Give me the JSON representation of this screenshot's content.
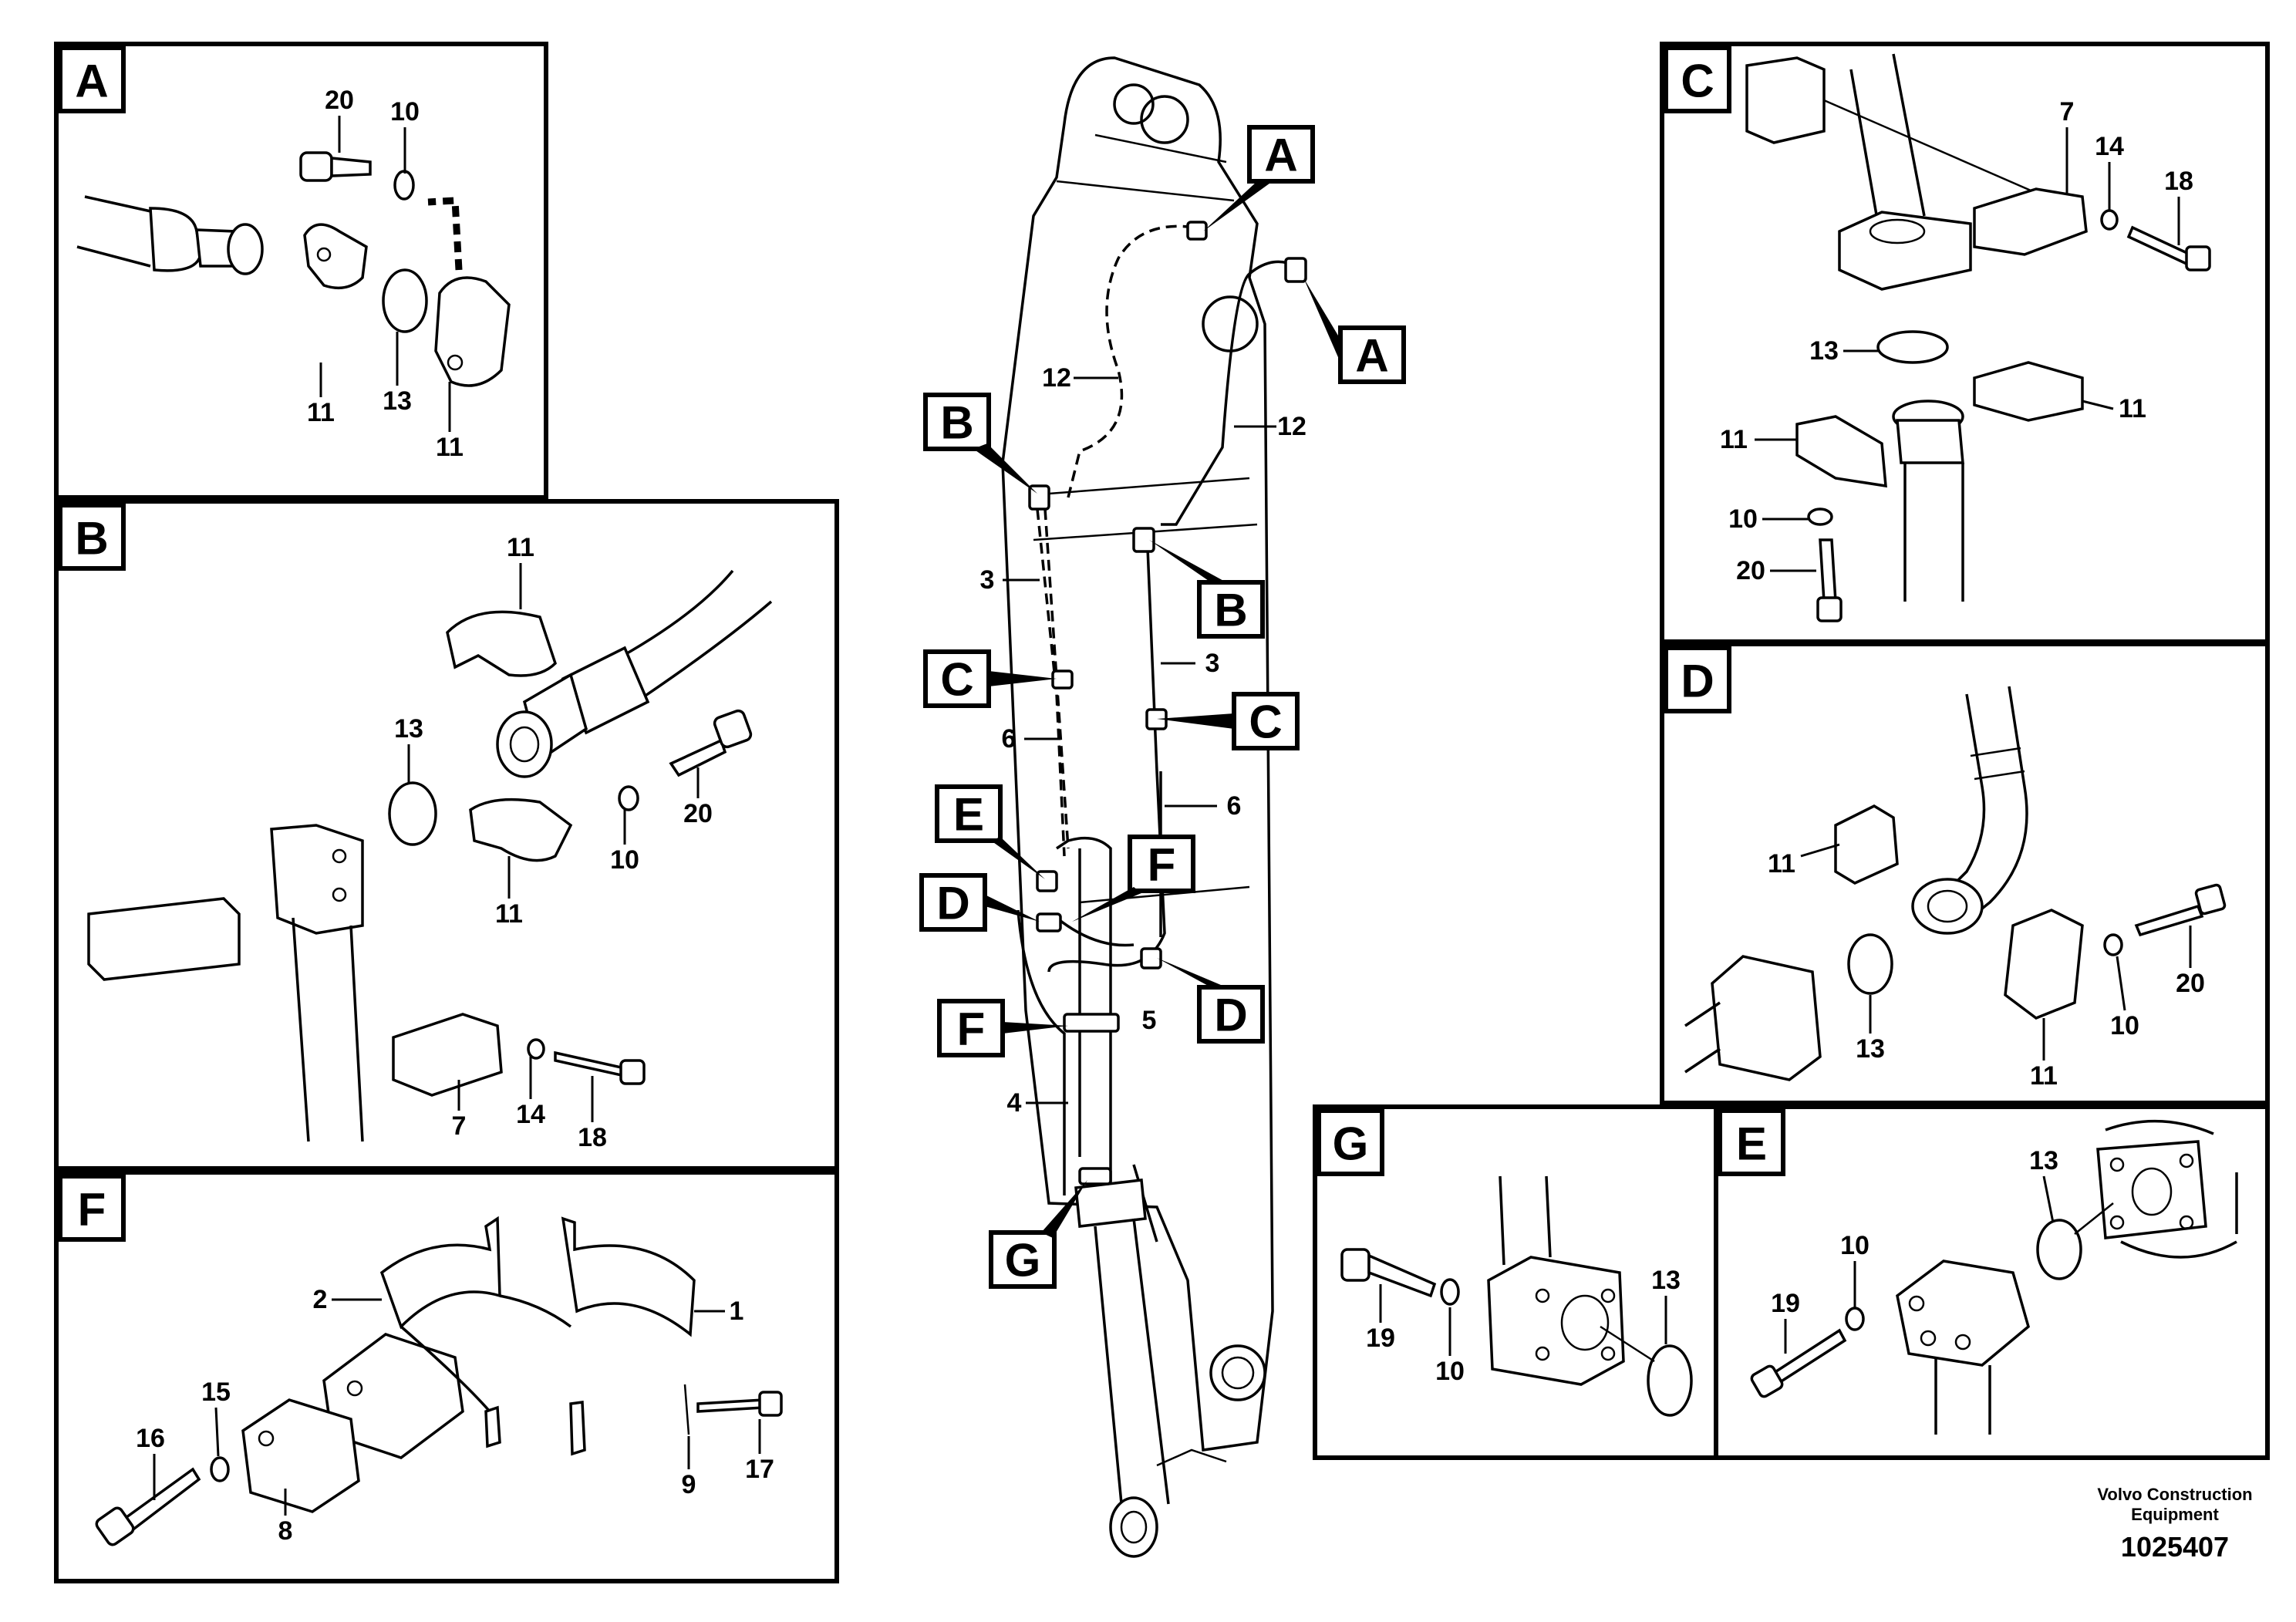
{
  "views": [
    {
      "letter": "A",
      "labels": [
        "20",
        "10",
        "11",
        "13",
        "11"
      ]
    },
    {
      "letter": "B",
      "labels": [
        "11",
        "13",
        "20",
        "10",
        "11",
        "7",
        "14",
        "18"
      ]
    },
    {
      "letter": "F",
      "labels": [
        "2",
        "1",
        "15",
        "16",
        "17",
        "9",
        "8"
      ]
    },
    {
      "letter": "C",
      "labels": [
        "7",
        "14",
        "18",
        "13",
        "11",
        "11",
        "10",
        "20"
      ]
    },
    {
      "letter": "D",
      "labels": [
        "11",
        "13",
        "20",
        "10",
        "11"
      ]
    },
    {
      "letter": "G",
      "labels": [
        "19",
        "10",
        "13"
      ]
    },
    {
      "letter": "E",
      "labels": [
        "13",
        "10",
        "19"
      ]
    }
  ],
  "main": {
    "tags": [
      "A",
      "A",
      "B",
      "B",
      "C",
      "C",
      "E",
      "F",
      "D",
      "D",
      "F",
      "G"
    ],
    "labels": [
      "12",
      "12",
      "3",
      "3",
      "6",
      "6",
      "5",
      "4"
    ]
  },
  "footer": {
    "manufacturer": "Volvo Construction Equipment",
    "drawing_number": "1025407"
  },
  "icons": [
    "flange-clamp-icon",
    "o-ring-icon",
    "bolt-icon",
    "washer-icon",
    "hose-icon",
    "boom-icon",
    "pipe-clamp-icon",
    "connector-block-icon"
  ]
}
